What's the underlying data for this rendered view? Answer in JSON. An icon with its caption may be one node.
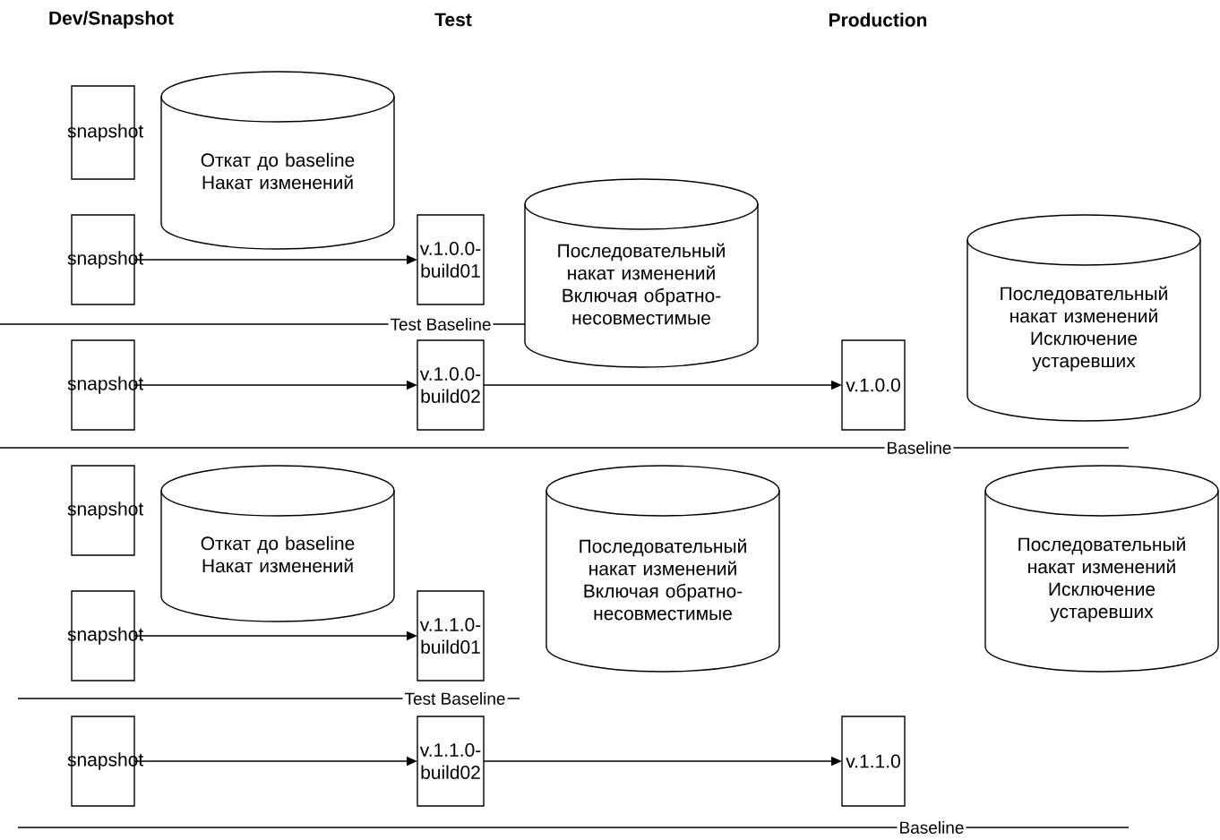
{
  "diagram": {
    "nodes": [
      {
        "text": [
          "snapshot"
        ]
      },
      {
        "text": [
          "Откат до baseline Накат изменений"
        ]
      },
      {
        "text": [
          "snapshot"
        ]
      },
      {
        "text": [
          "v.1.0.0-build01"
        ]
      },
      {
        "text": [
          "Последовательный накат изменений Включая обратно-несовместимые"
        ]
      },
      {
        "text": [
          "Последовательный накат изменений Исключение устаревших"
        ]
      },
      {
        "text": [
          "snapshot"
        ]
      },
      {
        "text": [
          "v.1.0.0-build02"
        ]
      },
      {
        "text": [
          "v.1.0.0"
        ]
      },
      {
        "text": [
          "snapshot"
        ]
      },
      {
        "text": [
          "Откат до baseline Накат изменений"
        ]
      },
      {
        "text": [
          "Последовательный накат изменений Включая обратно-несовместимые"
        ]
      },
      {
        "text": [
          "Последовательный накат изменений Исключение устаревших"
        ]
      },
      {
        "text": [
          "snapshot"
        ]
      },
      {
        "text": [
          "v.1.1.0-build01"
        ]
      },
      {
        "text": [
          "snapshot"
        ]
      },
      {
        "text": [
          "v.1.1.0-build02"
        ]
      },
      {
        "text": [
          "v.1.1.0"
        ]
      }
    ],
    "edges": [
      {
        "from": 2,
        "to": 3,
        "arrow": "to"
      },
      {
        "from": 6,
        "to": 7,
        "arrow": "to"
      },
      {
        "from": 7,
        "to": 8,
        "arrow": "to"
      },
      {
        "from": 13,
        "to": 14,
        "arrow": "to"
      },
      {
        "from": 15,
        "to": 16,
        "arrow": "to"
      },
      {
        "from": 16,
        "to": 17,
        "arrow": "to"
      }
    ],
    "labels": [
      "Dev/Snapshot",
      "Test",
      "Production",
      "Test Baseline",
      "Baseline",
      "Test Baseline",
      "Baseline"
    ]
  }
}
